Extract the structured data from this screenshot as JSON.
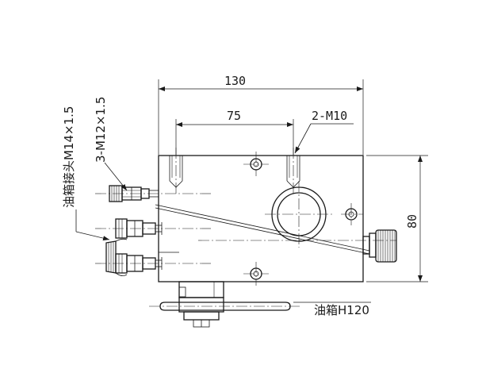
{
  "dimensions": {
    "width_overall": "130",
    "hole_spacing": "75",
    "height_overall": "80",
    "tapped_holes": "2-M10"
  },
  "callouts": {
    "tank_connector": "油箱接头M14×1.5",
    "outlet_ports": "3-M12×1.5",
    "tank_height": "油箱H120"
  }
}
